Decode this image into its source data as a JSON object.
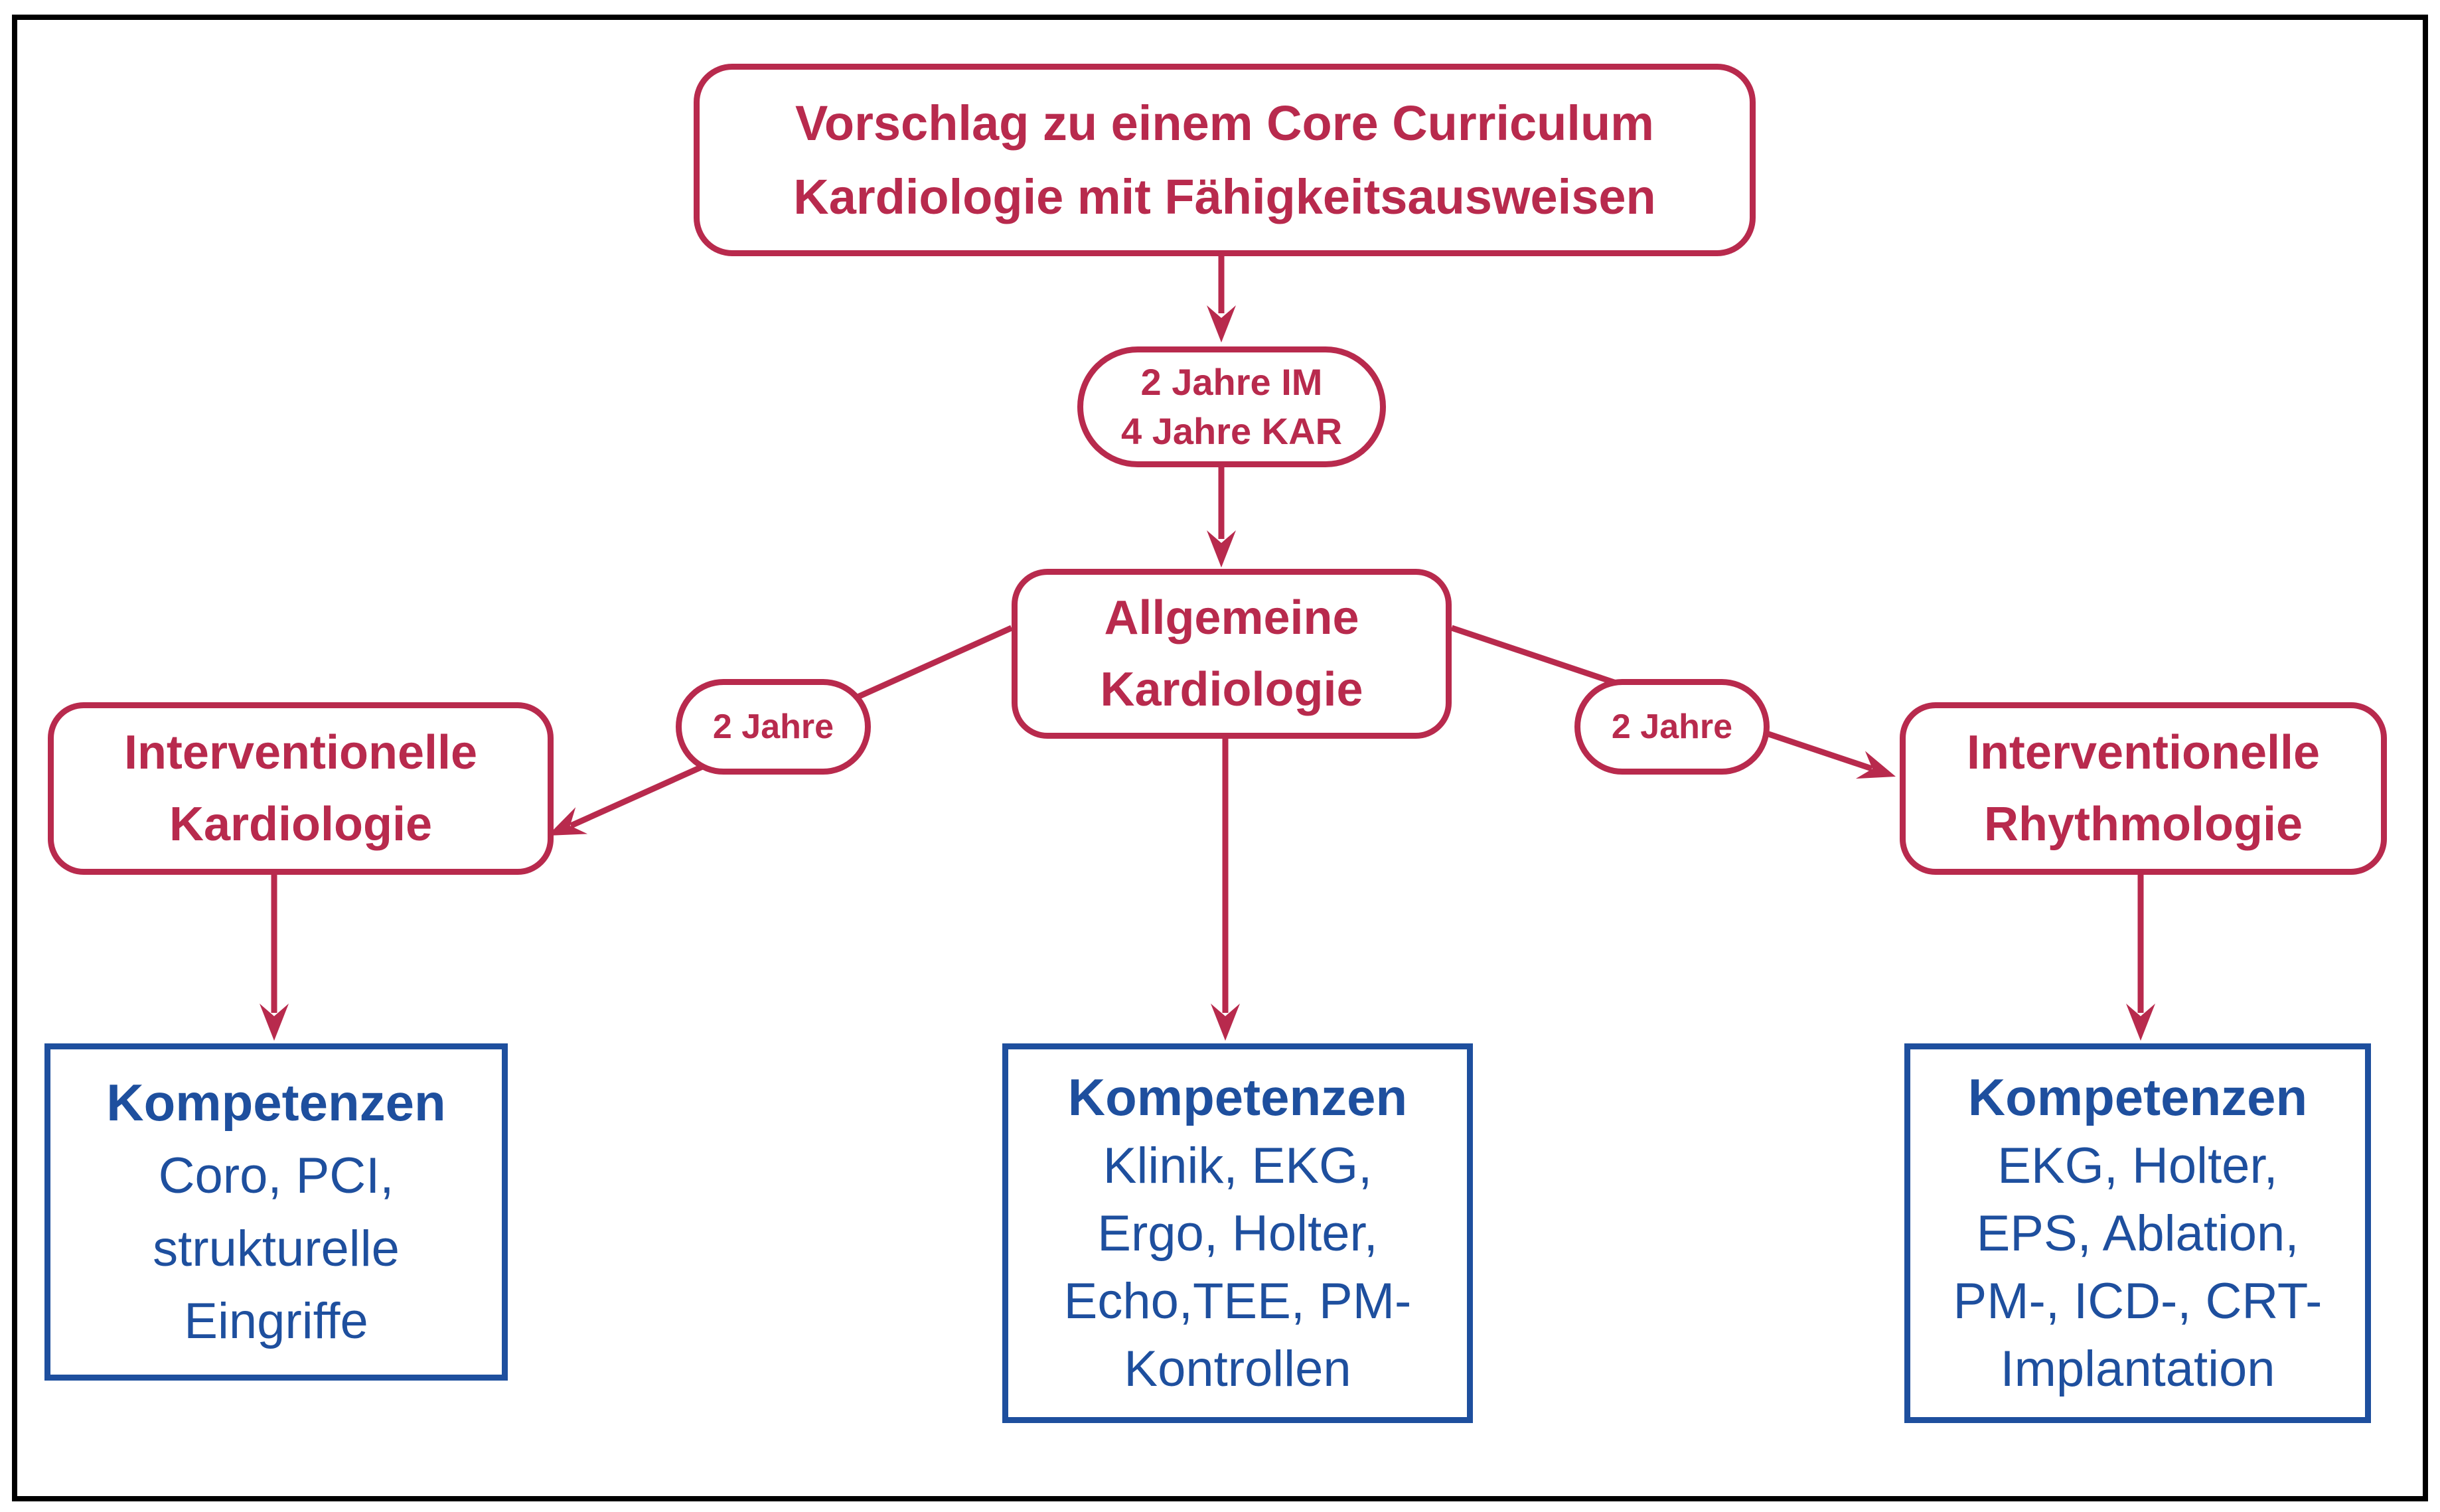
{
  "figure": {
    "colors": {
      "red": "#B82A4D",
      "blue": "#1E4F9E",
      "frame": "#000000",
      "background": "#FFFFFF"
    },
    "title_box": {
      "lines": [
        "Vorschlag zu einem Core Curriculum",
        "Kardiologie mit Fähigkeitsausweisen"
      ]
    },
    "duration_box": {
      "lines": [
        "2 Jahre IM",
        "4 Jahre KAR"
      ]
    },
    "general_box": {
      "lines": [
        "Allgemeine",
        "Kardiologie"
      ]
    },
    "left_branch": {
      "label": "2 Jahre"
    },
    "right_branch": {
      "label": "2 Jahre"
    },
    "interventional_cardiology_box": {
      "lines": [
        "Interventionelle",
        "Kardiologie"
      ]
    },
    "interventional_rhythmology_box": {
      "lines": [
        "Interventionelle",
        "Rhythmologie"
      ]
    },
    "competences_left": {
      "title": "Kompetenzen",
      "items": [
        "Coro, PCI,",
        "strukturelle",
        "Eingriffe"
      ]
    },
    "competences_center": {
      "title": "Kompetenzen",
      "items": [
        "Klinik, EKG,",
        "Ergo, Holter,",
        "Echo,TEE, PM-",
        "Kontrollen"
      ]
    },
    "competences_right": {
      "title": "Kompetenzen",
      "items": [
        "EKG, Holter,",
        "EPS, Ablation,",
        "PM-, ICD-, CRT-",
        "Implantation"
      ]
    }
  }
}
